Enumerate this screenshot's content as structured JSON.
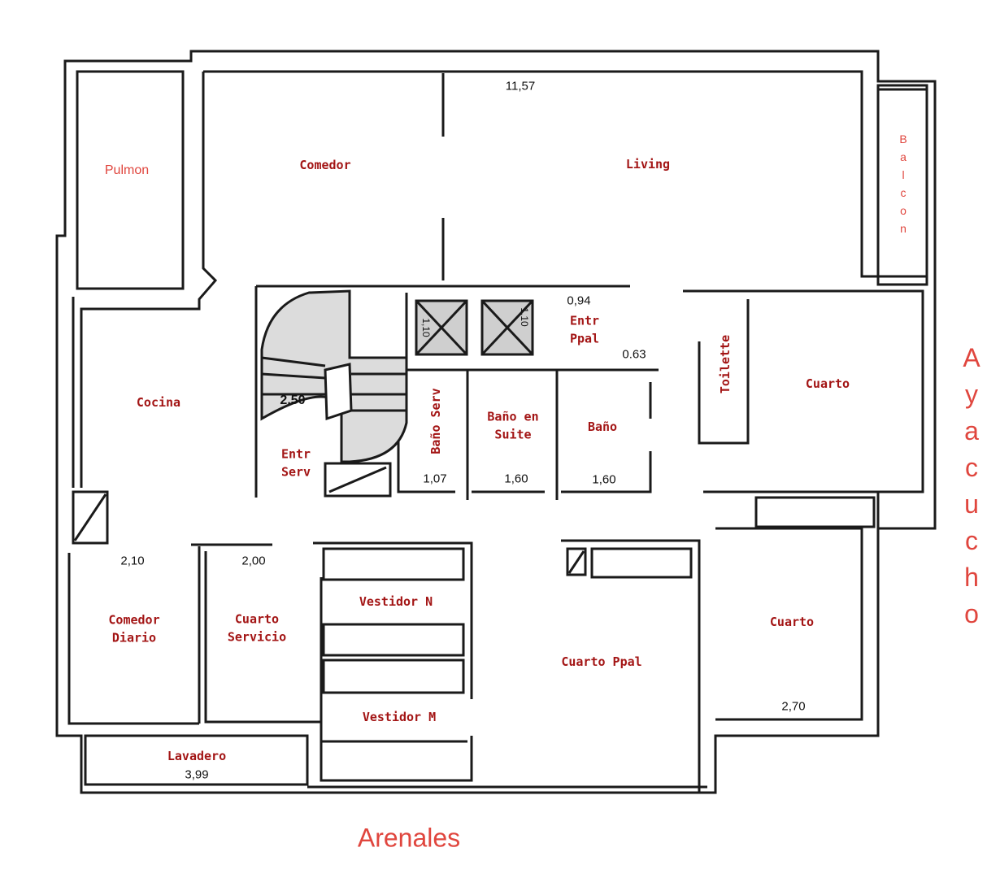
{
  "rooms": {
    "pulmon": "Pulmon",
    "comedor": "Comedor",
    "living": "Living",
    "cocina": "Cocina",
    "entr_ppal": [
      "Entr",
      "Ppal"
    ],
    "entr_serv": [
      "Entr",
      "Serv"
    ],
    "bano_serv": "Baño Serv",
    "bano_suite": [
      "Baño en",
      "Suite"
    ],
    "bano": "Baño",
    "toilette": "Toilette",
    "cuarto_1": "Cuarto",
    "cuarto_2": "Cuarto",
    "comedor_diario": [
      "Comedor",
      "Diario"
    ],
    "cuarto_servicio": [
      "Cuarto",
      "Servicio"
    ],
    "vestidor_n": "Vestidor N",
    "vestidor_m": "Vestidor M",
    "cuarto_ppal": "Cuarto Ppal",
    "lavadero": "Lavadero"
  },
  "dimensions": {
    "living_width": "11,57",
    "entr_ppal_a": "0,94",
    "entr_ppal_b": "0.63",
    "bano_serv": "1,07",
    "bano_suite": "1,60",
    "bano": "1,60",
    "comedor_diario": "2,10",
    "cuarto_servicio": "2,00",
    "cuarto": "2,70",
    "lavadero": "3,99",
    "stair": "2.50",
    "shaft_1": "1,10",
    "shaft_2": "1,10"
  },
  "streets": {
    "bottom": "Arenales",
    "right": "Ayacucho"
  },
  "balcony_label": "Balcon",
  "colors": {
    "room_label": "#a31515",
    "street_label": "#e0463e",
    "wall": "#1a1a1a"
  }
}
